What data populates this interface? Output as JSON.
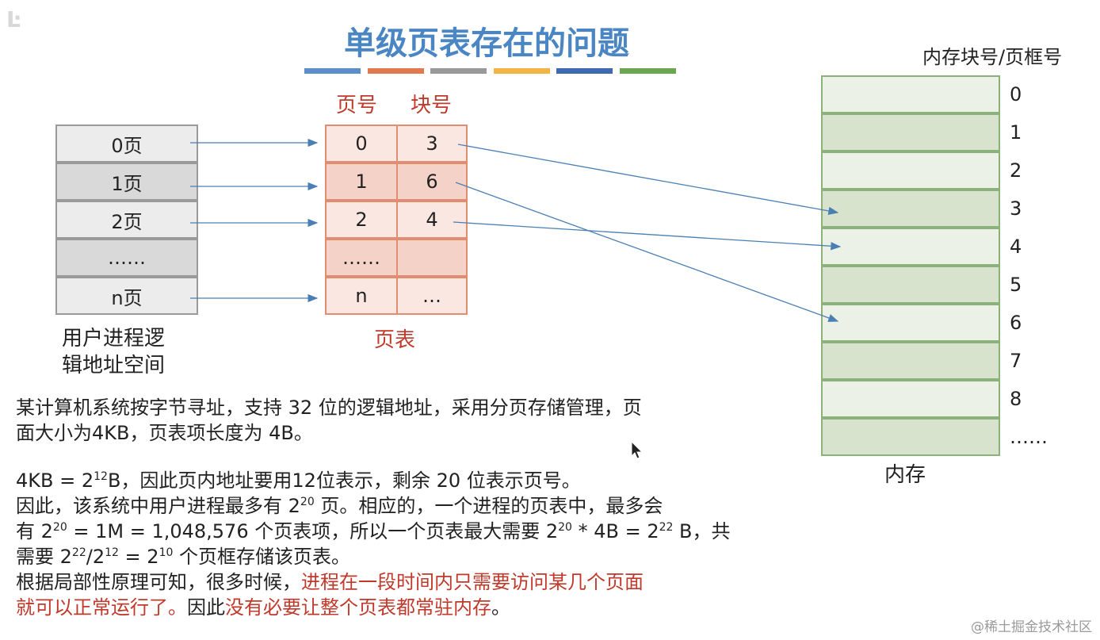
{
  "logo": "Ŀ",
  "title": "单级页表存在的问题",
  "title_bar_colors": [
    "#5b8fc9",
    "#e07a50",
    "#999999",
    "#f2b544",
    "#3f6ab0",
    "#6aa84f"
  ],
  "logical_space": {
    "rows": [
      "0页",
      "1页",
      "2页",
      "……",
      "n页"
    ],
    "caption_line1": "用户进程逻",
    "caption_line2": "辑地址空间"
  },
  "page_table": {
    "header_page": "页号",
    "header_block": "块号",
    "rows": [
      {
        "page": "0",
        "block": "3"
      },
      {
        "page": "1",
        "block": "6"
      },
      {
        "page": "2",
        "block": "4"
      },
      {
        "page": "……",
        "block": ""
      },
      {
        "page": "n",
        "block": "…"
      }
    ],
    "caption": "页表"
  },
  "memory": {
    "header": "内存块号/页框号",
    "frame_numbers": [
      "0",
      "1",
      "2",
      "3",
      "4",
      "5",
      "6",
      "7",
      "8",
      "……"
    ],
    "caption": "内存"
  },
  "text": {
    "p1_line1": "某计算机系统按字节寻址，支持 32 位的逻辑地址，采用分页存储管理，页",
    "p1_line2": "面大小为4KB，页表项长度为 4B。",
    "p2_a": "4KB = 2",
    "p2_exp1": "12",
    "p2_b": "B，因此页内地址要用12位表示，剩余 20 位表示页号。",
    "p3_a": "因此，该系统中用户进程最多有 2",
    "p3_exp1": "20",
    "p3_b": " 页。相应的，一个进程的页表中，最多会",
    "p4_a": "有 2",
    "p4_exp1": "20",
    "p4_b": " = 1M = 1,048,576 个页表项，所以一个页表最大需要  2",
    "p4_exp2": "20",
    "p4_c": " * 4B = 2",
    "p4_exp3": "22",
    "p4_d": " B，共",
    "p5_a": "需要 2",
    "p5_exp1": "22",
    "p5_b": "/2",
    "p5_exp2": "12",
    "p5_c": " = 2",
    "p5_exp3": "10",
    "p5_d": " 个页框存储该页表。",
    "p6_a": "根据局部性原理可知，很多时候，",
    "p6_red": "进程在一段时间内只需要访问某几个页面",
    "p7_red1": "就可以正常运行了。",
    "p7_b": "因此",
    "p7_red2": "没有必要让整个页表都常驻内存",
    "p7_c": "。"
  },
  "watermark": "@稀土掘金技术社区"
}
